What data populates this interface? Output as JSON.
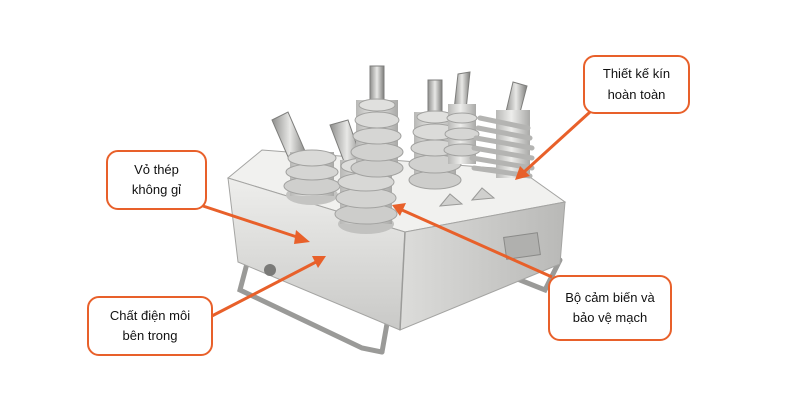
{
  "colors": {
    "accent": "#e8602a",
    "text": "#111111",
    "background": "#ffffff",
    "body_metal": "#e4e4e2",
    "insulator": "#d6d6d4"
  },
  "image": {
    "subject": "recloser-breaker",
    "callouts": [
      {
        "name": "sealed-design",
        "lines": [
          "Thiết kế kín",
          "hoàn toàn"
        ]
      },
      {
        "name": "stainless-steel-shell",
        "lines": [
          "Vỏ thép",
          "không gỉ"
        ]
      },
      {
        "name": "internal-dielectric",
        "lines": [
          "Chất điện môi",
          "bên trong"
        ]
      },
      {
        "name": "sensor-protection",
        "lines": [
          "Bộ cảm biến và",
          "bảo vệ mạch"
        ]
      }
    ]
  }
}
